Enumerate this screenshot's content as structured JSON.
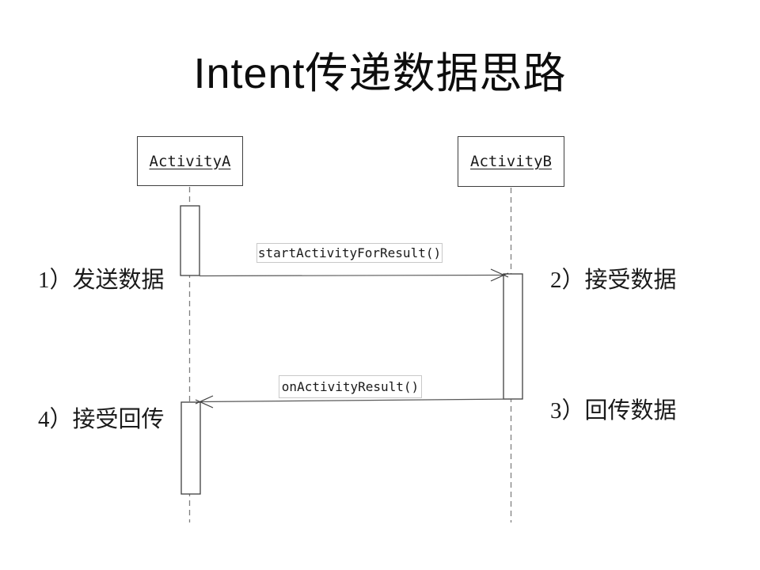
{
  "slide": {
    "title": "Intent传递数据思路"
  },
  "diagram": {
    "type": "uml-sequence",
    "actors": [
      {
        "label": "ActivityA"
      },
      {
        "label": "ActivityB"
      }
    ],
    "messages": [
      {
        "label": "startActivityForResult()",
        "from": "ActivityA",
        "to": "ActivityB",
        "direction": "right"
      },
      {
        "label": "onActivityResult()",
        "from": "ActivityB",
        "to": "ActivityA",
        "direction": "left"
      }
    ],
    "notes": [
      {
        "text": "1）发送数据",
        "position": "left-upper"
      },
      {
        "text": "2）接受数据",
        "position": "right-upper"
      },
      {
        "text": "3）回传数据",
        "position": "right-lower"
      },
      {
        "text": "4）接受回传",
        "position": "left-lower"
      }
    ]
  },
  "colors": {
    "background": "#ffffff",
    "text": "#1a1a1a",
    "box_border": "#3f3f3f",
    "lifeline_gray": "#7f7f7f",
    "message_line": "#595959",
    "label_box_border": "#c9c9c9"
  }
}
